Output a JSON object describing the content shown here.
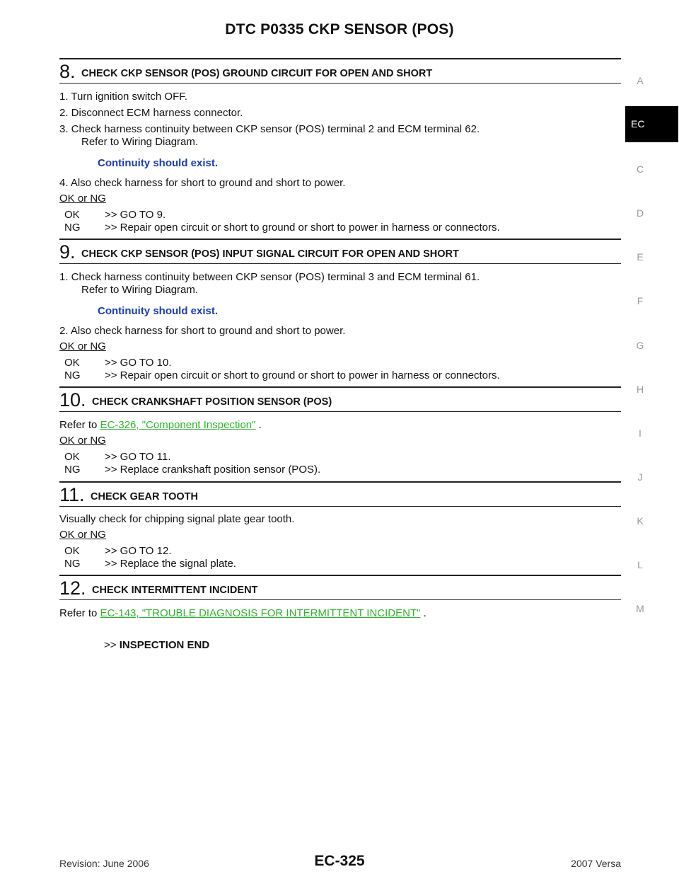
{
  "header": {
    "title": "DTC P0335 CKP SENSOR (POS)"
  },
  "steps": [
    {
      "number": "8.",
      "title": "CHECK CKP SENSOR (POS) GROUND CIRCUIT FOR OPEN AND SHORT"
    },
    {
      "number": "9.",
      "title": "CHECK CKP SENSOR (POS) INPUT SIGNAL CIRCUIT FOR OPEN AND SHORT"
    },
    {
      "number": "10.",
      "title": "CHECK CRANKSHAFT POSITION SENSOR (POS)"
    },
    {
      "number": "11.",
      "title": "CHECK GEAR TOOTH"
    },
    {
      "number": "12.",
      "title": "CHECK INTERMITTENT INCIDENT"
    }
  ],
  "s8": {
    "l1": "1.   Turn ignition switch OFF.",
    "l2": "2.   Disconnect ECM harness connector.",
    "l3": "3.   Check harness continuity between CKP sensor (POS) terminal 2 and ECM terminal 62.",
    "l3b": "Refer to Wiring Diagram.",
    "spec": "Continuity should exist.",
    "l4": "4.   Also check harness for short to ground and short to power.",
    "okng": "OK or NG",
    "ok_key": "OK",
    "ok_val": ">> GO TO 9.",
    "ng_key": "NG",
    "ng_val": ">> Repair open circuit or short to ground or short to power in harness or connectors."
  },
  "s9": {
    "l1": "1.   Check harness continuity between CKP sensor (POS) terminal 3 and ECM terminal 61.",
    "l1b": "Refer to Wiring Diagram.",
    "spec": "Continuity should exist.",
    "l2": "2.   Also check harness for short to ground and short to power.",
    "okng": "OK or NG",
    "ok_key": "OK",
    "ok_val": ">> GO TO 10.",
    "ng_key": "NG",
    "ng_val": ">> Repair open circuit or short to ground or short to power in harness or connectors."
  },
  "s10": {
    "pre": "Refer to ",
    "link": "EC-326, \"Component Inspection\"",
    "post": " .",
    "okng": "OK or NG",
    "ok_key": "OK",
    "ok_val": ">> GO TO 11.",
    "ng_key": "NG",
    "ng_val": ">> Replace crankshaft position sensor (POS)."
  },
  "s11": {
    "l1": "Visually check for chipping signal plate gear tooth.",
    "okng": "OK or NG",
    "ok_key": "OK",
    "ok_val": ">> GO TO 12.",
    "ng_key": "NG",
    "ng_val": ">> Replace the signal plate."
  },
  "s12": {
    "pre": "Refer to ",
    "link": "EC-143, \"TROUBLE DIAGNOSIS FOR INTERMITTENT INCIDENT\"",
    "post": " .",
    "end_arrow": ">>",
    "end_label": "INSPECTION END"
  },
  "side_tabs": [
    "A",
    "EC",
    "C",
    "D",
    "E",
    "F",
    "G",
    "H",
    "I",
    "J",
    "K",
    "L",
    "M"
  ],
  "active_tab": "EC",
  "footer": {
    "revision": "Revision: June 2006",
    "page": "EC-325",
    "model": "2007 Versa"
  }
}
